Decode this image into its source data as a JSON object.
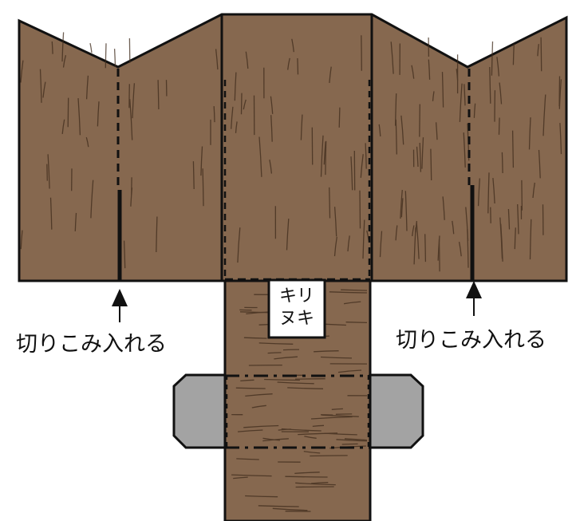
{
  "labels": {
    "cut_left": "切りこみ入れる",
    "cut_right": "切りこみ入れる",
    "cutout_line1": "キリ",
    "cutout_line2": "ヌキ"
  },
  "colors": {
    "wood": "#86684f",
    "wood_grain": "#3f2b1c",
    "tab_gray": "#a3a3a3",
    "outline": "#111111",
    "background": "#ffffff"
  }
}
